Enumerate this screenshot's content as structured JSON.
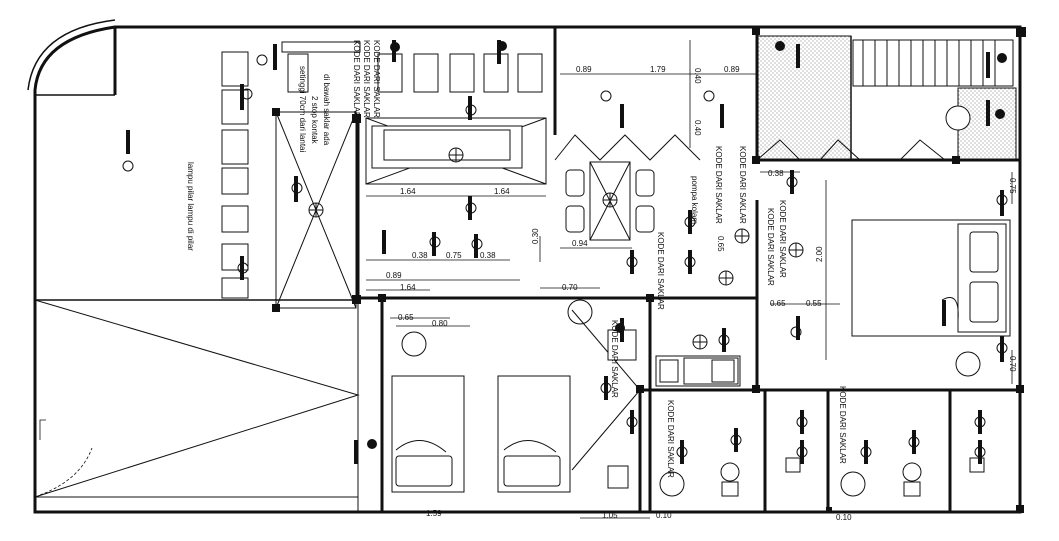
{
  "plan": {
    "labels": {
      "kode_dari_saklar": "KODE DARI SAKLAR",
      "di_bawah_saklar": "di bawah saklar ada",
      "stop_kontak": "2 stop kontak",
      "setinggi": "setinggi 70cm dari lantai",
      "lampu_pilar": "lampu pilar lampu di pilar",
      "pompa_kolam": "pompa kolam"
    },
    "dims": {
      "d089a": "0.89",
      "d179": "1.79",
      "d089b": "0.89",
      "d040a": "0.40",
      "d040b": "0.40",
      "d164a": "1.64",
      "d164b": "1.64",
      "d094": "0.94",
      "d030": "0.30",
      "d038a": "0.38",
      "d075a": "0.75",
      "d038b": "0.38",
      "d089c": "0.89",
      "d164c": "1.64",
      "d070": "0.70",
      "d065a": "0.65",
      "d080": "0.80",
      "d038c": "0.38",
      "d075b": "0.75",
      "d200": "2.00",
      "d065b": "0.65",
      "d055": "0.55",
      "d070b": "0.70",
      "d159": "1.59",
      "d105": "1.05",
      "d010a": "0.10",
      "d010b": "0.10",
      "d065c": "0.65"
    }
  }
}
